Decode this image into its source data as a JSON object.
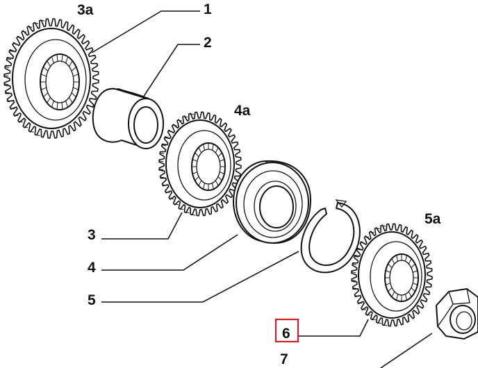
{
  "diagram": {
    "callouts": {
      "c1": "1",
      "c2": "2",
      "c3": "3",
      "c3a": "3a",
      "c4": "4",
      "c4a": "4a",
      "c5": "5",
      "c5a": "5a",
      "c6": "6",
      "c7": "7"
    },
    "highlighted_callout": "6",
    "colors": {
      "line": "#111111",
      "highlight": "#d11f2a",
      "background": "#ffffff"
    },
    "parts": [
      "gear-3a",
      "bushing-2",
      "gear-4a",
      "bearing-4",
      "snap-ring-5",
      "gear-5a",
      "nut-7"
    ]
  }
}
